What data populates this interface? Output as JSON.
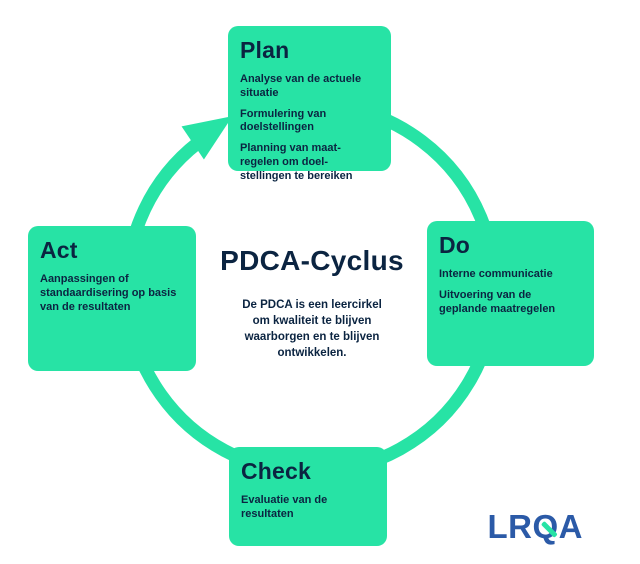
{
  "colors": {
    "green": "#27E3A5",
    "navy": "#0B2441",
    "logo-blue": "#2B5AA7",
    "background": "#FFFFFF"
  },
  "center": {
    "title": "PDCA-Cyclus",
    "description": "De PDCA is een leercirkel\nom kwaliteit te blijven\nwaarborgen en te blijven\nontwikkelen."
  },
  "boxes": {
    "plan": {
      "title": "Plan",
      "items": [
        "Analyse van de actuele\nsituatie",
        "Formulering van\ndoelstellingen",
        "Planning van maat-\nregelen om doel-\nstellingen te bereiken"
      ]
    },
    "do": {
      "title": "Do",
      "items": [
        "Interne communicatie",
        "Uitvoering van de\ngeplande maatregelen"
      ]
    },
    "check": {
      "title": "Check",
      "items": [
        "Evaluatie van de\nresultaten"
      ]
    },
    "act": {
      "title": "Act",
      "items": [
        "Aanpassingen of\nstandaardisering op basis\nvan de resultaten"
      ]
    }
  },
  "logo": {
    "part1": "LR",
    "part2": "Q",
    "part3": "A"
  }
}
